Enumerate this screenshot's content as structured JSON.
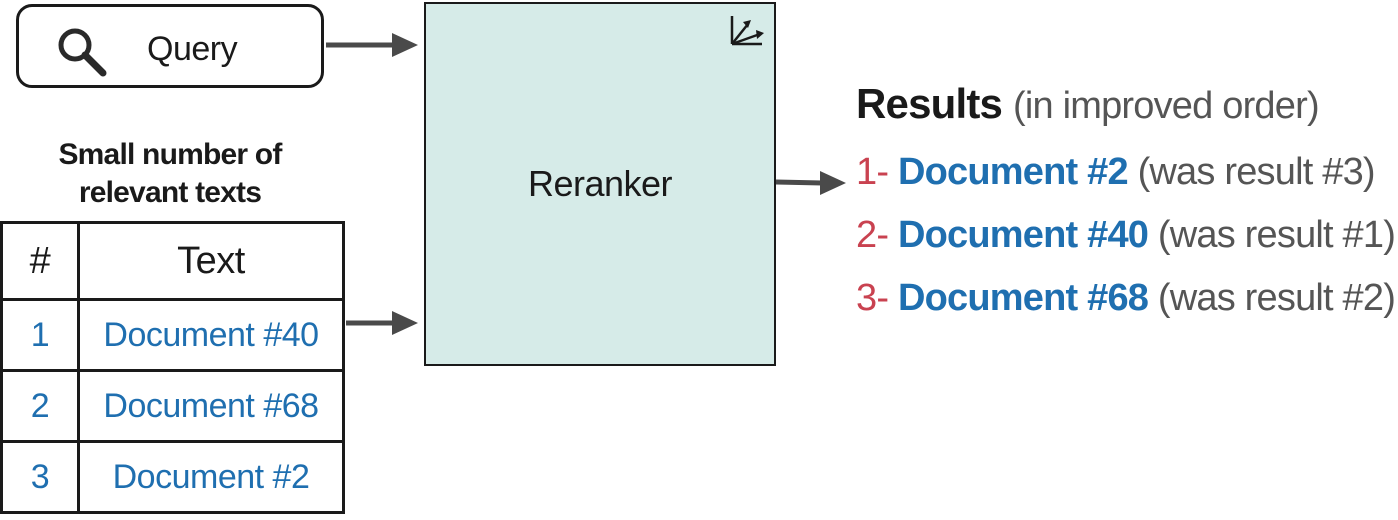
{
  "query": {
    "label": "Query",
    "icon": "search-icon"
  },
  "reranker": {
    "label": "Reranker",
    "icon": "vector-axes-icon",
    "fill_color": "#d6ebe8"
  },
  "relevant_texts": {
    "heading_line1": "Small number of",
    "heading_line2": "relevant texts",
    "columns": [
      "#",
      "Text"
    ],
    "rows": [
      {
        "num": "1",
        "text": "Document #40"
      },
      {
        "num": "2",
        "text": "Document #68"
      },
      {
        "num": "3",
        "text": "Document #2"
      }
    ]
  },
  "results": {
    "title": "Results",
    "subtitle": "(in improved order)",
    "items": [
      {
        "rank": "1-",
        "doc": "Document #2",
        "was": "(was result #3)"
      },
      {
        "rank": "2-",
        "doc": "Document #40",
        "was": "(was result #1)"
      },
      {
        "rank": "3-",
        "doc": "Document #68",
        "was": "(was result #2)"
      }
    ]
  },
  "colors": {
    "doc_blue": "#1f6fb0",
    "rank_red": "#c94250",
    "muted_gray": "#555555",
    "arrow_gray": "#4a4a4a"
  }
}
